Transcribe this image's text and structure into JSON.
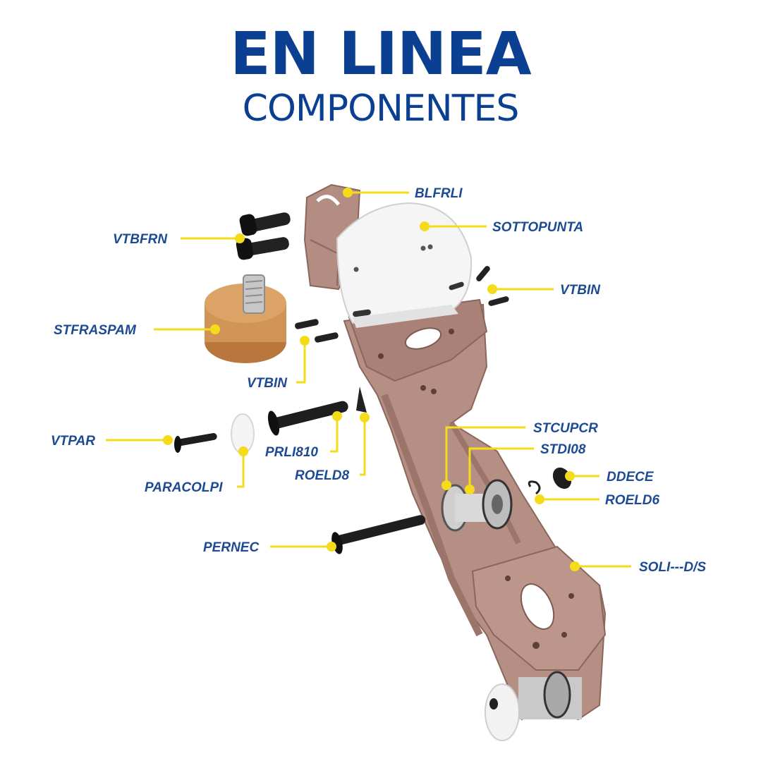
{
  "header": {
    "title": "EN LINEA",
    "subtitle": "COMPONENTES"
  },
  "colors": {
    "brand_blue": "#0b3f91",
    "label_blue": "#1d4a94",
    "leader_yellow": "#f5dc1a",
    "frame_bronze": "#b08a7e",
    "part_white": "#f4f4f4",
    "bumper_orange": "#cf9456",
    "screw_black": "#1e1e1e"
  },
  "labels": {
    "blfrli": "BLFRLI",
    "sottopunta": "SOTTOPUNTA",
    "vtbfrn": "VTBFRN",
    "vtbin_right": "VTBIN",
    "stfraspam": "STFRASPAM",
    "vtbin_left": "VTBIN",
    "vtpar": "VTPAR",
    "prli810": "PRLI810",
    "roeld8": "ROELD8",
    "paracolpi": "PARACOLPI",
    "stcupcr": "STCUPCR",
    "stdi08": "STDI08",
    "ddece": "DDECE",
    "roeld6": "ROELD6",
    "pernec": "PERNEC",
    "soli": "SOLI---D/S"
  }
}
